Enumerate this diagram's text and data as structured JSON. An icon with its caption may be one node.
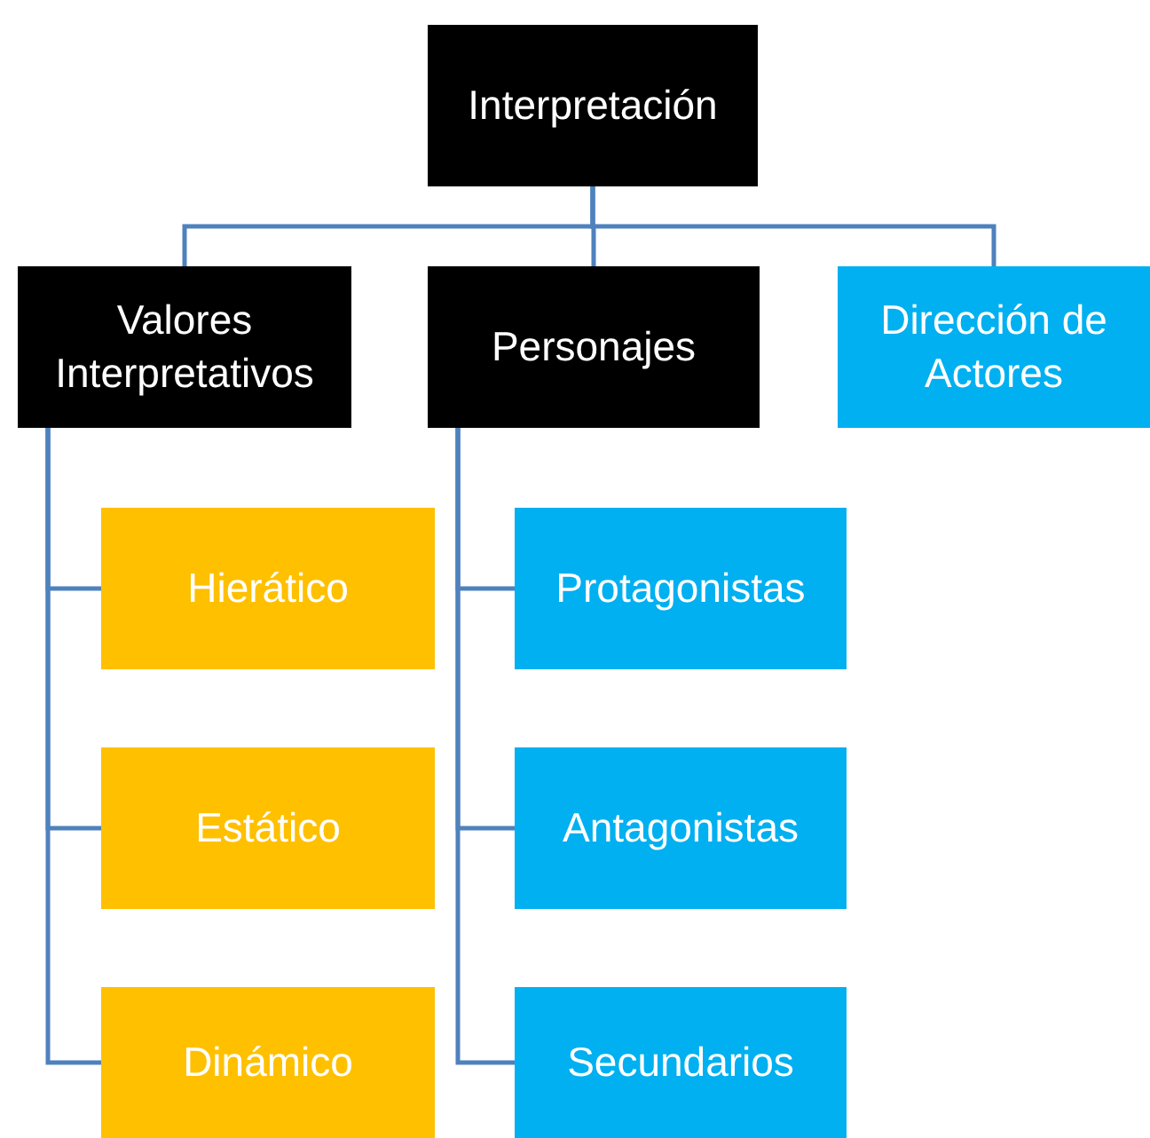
{
  "diagram": {
    "nodes": [
      {
        "text": [
          "Interpretación"
        ]
      },
      {
        "text": [
          "Valores Interpretativos"
        ]
      },
      {
        "text": [
          "Personajes"
        ]
      },
      {
        "text": [
          "Dirección de Actores"
        ]
      },
      {
        "text": [
          "Hierático"
        ]
      },
      {
        "text": [
          "Estático"
        ]
      },
      {
        "text": [
          "Dinámico"
        ]
      },
      {
        "text": [
          "Protagonistas"
        ]
      },
      {
        "text": [
          "Antagonistas"
        ]
      },
      {
        "text": [
          "Secundarios"
        ]
      }
    ],
    "edges": [
      {
        "from": 0,
        "to": 1,
        "arrow": "none"
      },
      {
        "from": 0,
        "to": 2,
        "arrow": "none"
      },
      {
        "from": 0,
        "to": 3,
        "arrow": "none"
      },
      {
        "from": 1,
        "to": 4,
        "arrow": "none"
      },
      {
        "from": 1,
        "to": 5,
        "arrow": "none"
      },
      {
        "from": 1,
        "to": 6,
        "arrow": "none"
      },
      {
        "from": 2,
        "to": 7,
        "arrow": "none"
      },
      {
        "from": 2,
        "to": 8,
        "arrow": "none"
      },
      {
        "from": 2,
        "to": 9,
        "arrow": "none"
      }
    ]
  }
}
